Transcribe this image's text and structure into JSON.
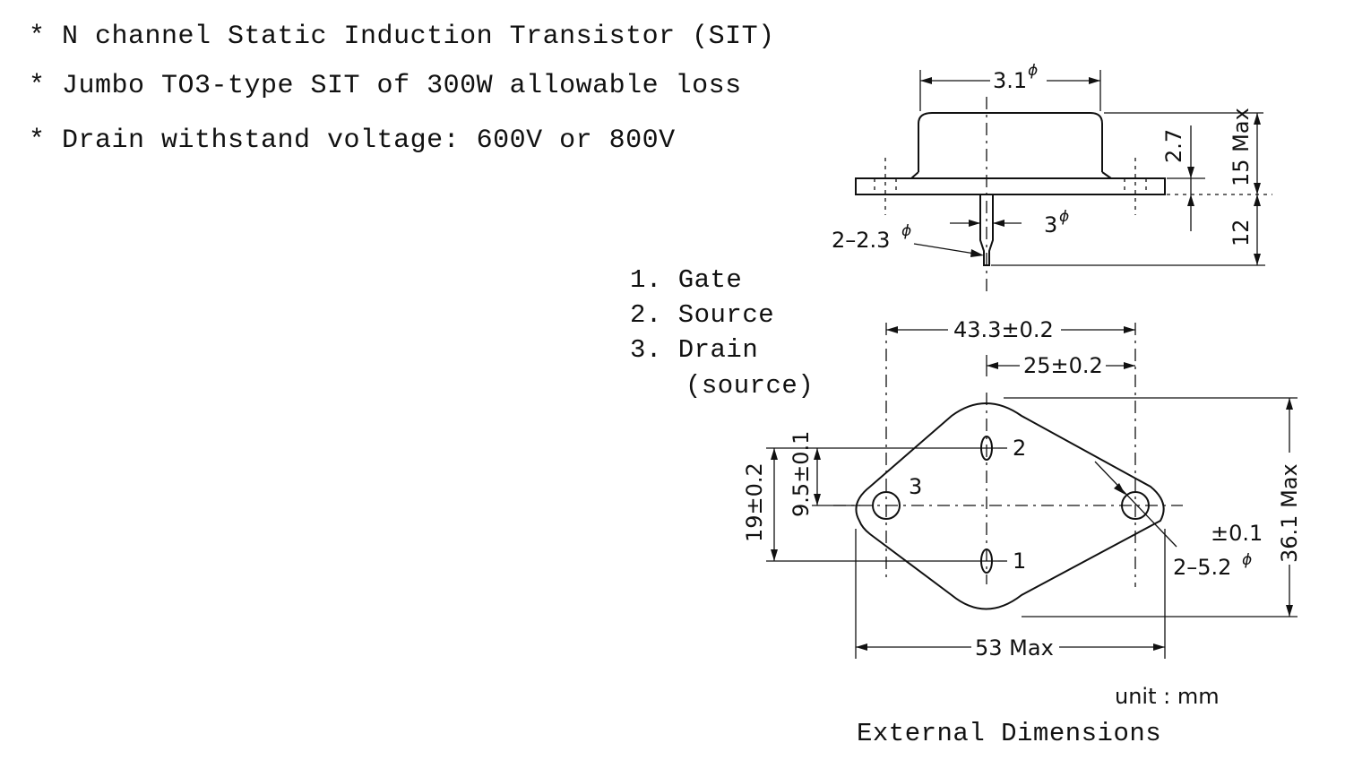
{
  "features": [
    "* N channel Static Induction Transistor (SIT)",
    "* Jumbo TO3-type SIT of 300W allowable loss",
    "* Drain withstand voltage: 600V or 800V"
  ],
  "pins": {
    "gate": "1. Gate",
    "source": "2. Source",
    "drain": "3. Drain",
    "drain_alt": "(source)"
  },
  "side_view": {
    "cap_width": "3.1",
    "cap_height": "2.7",
    "body_max": "15 Max",
    "lead_length": "12",
    "lead_dia": "3",
    "hole_spec": "2–2.3"
  },
  "top_view": {
    "hole_pitch": "43.3±0.2",
    "pin_offset": "25±0.2",
    "pin_spacing": "19±0.2",
    "pin_half": "9.5±0.1",
    "height_max": "36.1 Max",
    "width_max": "53 Max",
    "mount_tol": "±0.1",
    "mount_hole": "2–5.2",
    "pin1": "1",
    "pin2": "2",
    "pin3": "3"
  },
  "phi_symbol": "ϕ",
  "unit": "unit : mm",
  "caption": "External Dimensions"
}
